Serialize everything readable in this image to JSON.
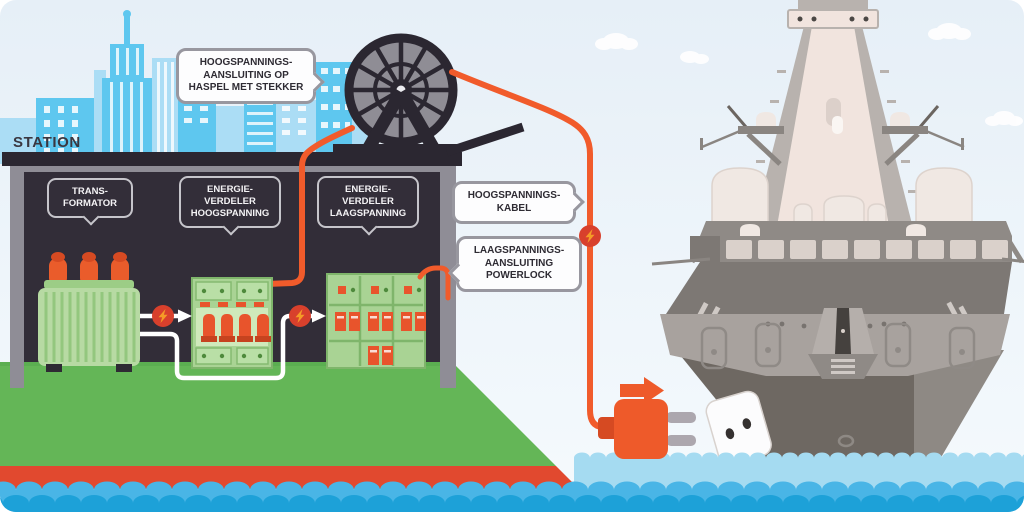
{
  "station": {
    "label": "STATION"
  },
  "bubbles": {
    "reel_connection": "HOOGSPANNINGS-\nAANSLUITING OP\nHASPEL MET STEKKER",
    "transformer": "TRANS-\nFORMATOR",
    "distributor_hv": "ENERGIE-\nVERDELER\nHOOGSPANNING",
    "distributor_lv": "ENERGIE-\nVERDELER\nLAAGSPANNING",
    "cable_hv": "HOOGSPANNINGS-\nKABEL",
    "powerlock": "LAAGSPANNINGS-\nAANSLUITING\nPOWERLOCK"
  },
  "colors": {
    "cable_orange": "#F15B2B",
    "equipment_orange": "#E8542C",
    "lightning_badge_red": "#D8402C",
    "lightning_bolt_orange": "#F59B27",
    "grass_green": "#64B657",
    "equipment_green": "#A9D394",
    "quay_red": "#E1492F",
    "water_light": "#A5DBF1",
    "water_mid": "#49B5E6",
    "water_dark": "#1DA1D8",
    "sky": "#E9F1F8",
    "skyline_cyan": "#5EC7EF",
    "station_interior": "#322D38",
    "station_wall": "#8F8D96",
    "ship_hull_dark": "#6E6862",
    "ship_hull_light": "#8E8984",
    "ship_mast": "#F1E4DE"
  }
}
